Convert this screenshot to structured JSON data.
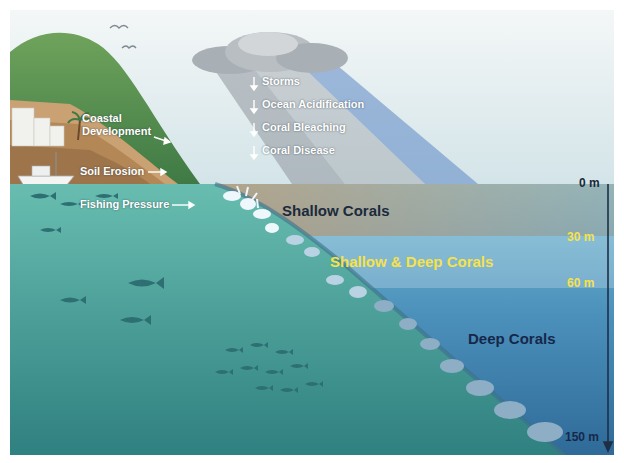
{
  "diagram": {
    "labels": [
      "Storms",
      "Ocean Acidification",
      "Coral Bleaching",
      "Coral Disease",
      "Coastal Development",
      "Soil Erosion",
      "Fishing Pressure",
      "Shallow Corals",
      "Shallow & Deep Corals",
      "Deep Corals",
      "0 m",
      "30 m",
      "60 m",
      "150 m"
    ]
  }
}
